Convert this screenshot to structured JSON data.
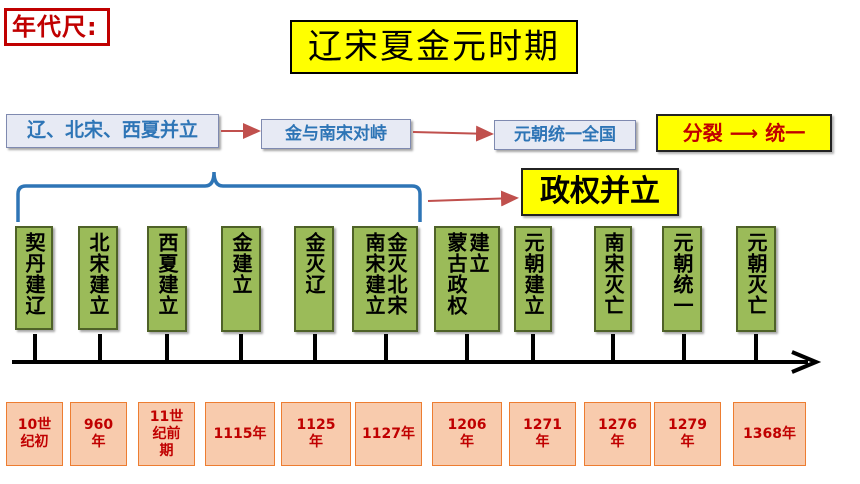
{
  "header": {
    "tag": "年代尺:",
    "title": "辽宋夏金元时期"
  },
  "stages": [
    {
      "label": "辽、北宋、西夏并立"
    },
    {
      "label": "金与南宋对峙"
    },
    {
      "label": "元朝统一全国"
    }
  ],
  "summary": {
    "label": "分裂 ⟶ 统一"
  },
  "bracket_label": "政权并立",
  "events": [
    {
      "cols": [
        "契丹建辽"
      ]
    },
    {
      "cols": [
        "北宋建立"
      ]
    },
    {
      "cols": [
        "西夏建立"
      ]
    },
    {
      "cols": [
        "金建立"
      ]
    },
    {
      "cols": [
        "金灭辽"
      ]
    },
    {
      "cols": [
        "南宋建立",
        "金灭北宋"
      ]
    },
    {
      "cols": [
        "蒙古政权",
        "建立"
      ]
    },
    {
      "cols": [
        "元朝建立"
      ]
    },
    {
      "cols": [
        "南宋灭亡"
      ]
    },
    {
      "cols": [
        "元朝统一"
      ]
    },
    {
      "cols": [
        "元朝灭亡"
      ]
    }
  ],
  "dates": [
    "10世\n纪初",
    "960\n年",
    "11世\n纪前\n期",
    "1115年",
    "1125\n年",
    "1127年",
    "1206\n年",
    "1271\n年",
    "1276\n年",
    "1279\n年",
    "1368年"
  ],
  "colors": {
    "accent_red": "#c00000",
    "arrow_red": "#c0504d",
    "bracket_blue": "#2e75b6",
    "event_green": "#9bbb59",
    "date_bg": "#f8cbad"
  }
}
